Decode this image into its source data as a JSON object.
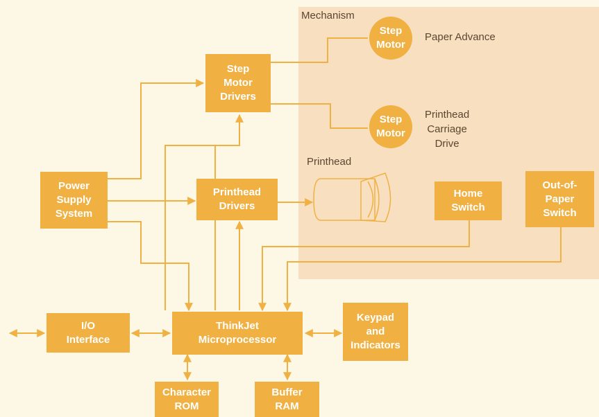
{
  "mechanism_label": "Mechanism",
  "paper_advance_label": "Paper Advance",
  "carriage_drive_label": "Printhead\nCarriage\nDrive",
  "printhead_label": "Printhead",
  "blocks": {
    "step_motor_drivers": "Step\nMotor\nDrivers",
    "power_supply": "Power\nSupply\nSystem",
    "printhead_drivers": "Printhead\nDrivers",
    "home_switch": "Home\nSwitch",
    "out_of_paper_switch": "Out-of-\nPaper\nSwitch",
    "io_interface": "I/O\nInterface",
    "microprocessor": "ThinkJet\nMicroprocessor",
    "keypad": "Keypad\nand\nIndicators",
    "character_rom": "Character\nROM",
    "buffer_ram": "Buffer\nRAM"
  },
  "motors": {
    "paper_motor": "Step\nMotor",
    "carriage_motor": "Step\nMotor"
  },
  "colors": {
    "block": "#f0b042",
    "wire": "#f0b042",
    "mechanism_area": "#f8dfbf",
    "background": "#fdf7e6",
    "label_text": "#5a4631"
  }
}
